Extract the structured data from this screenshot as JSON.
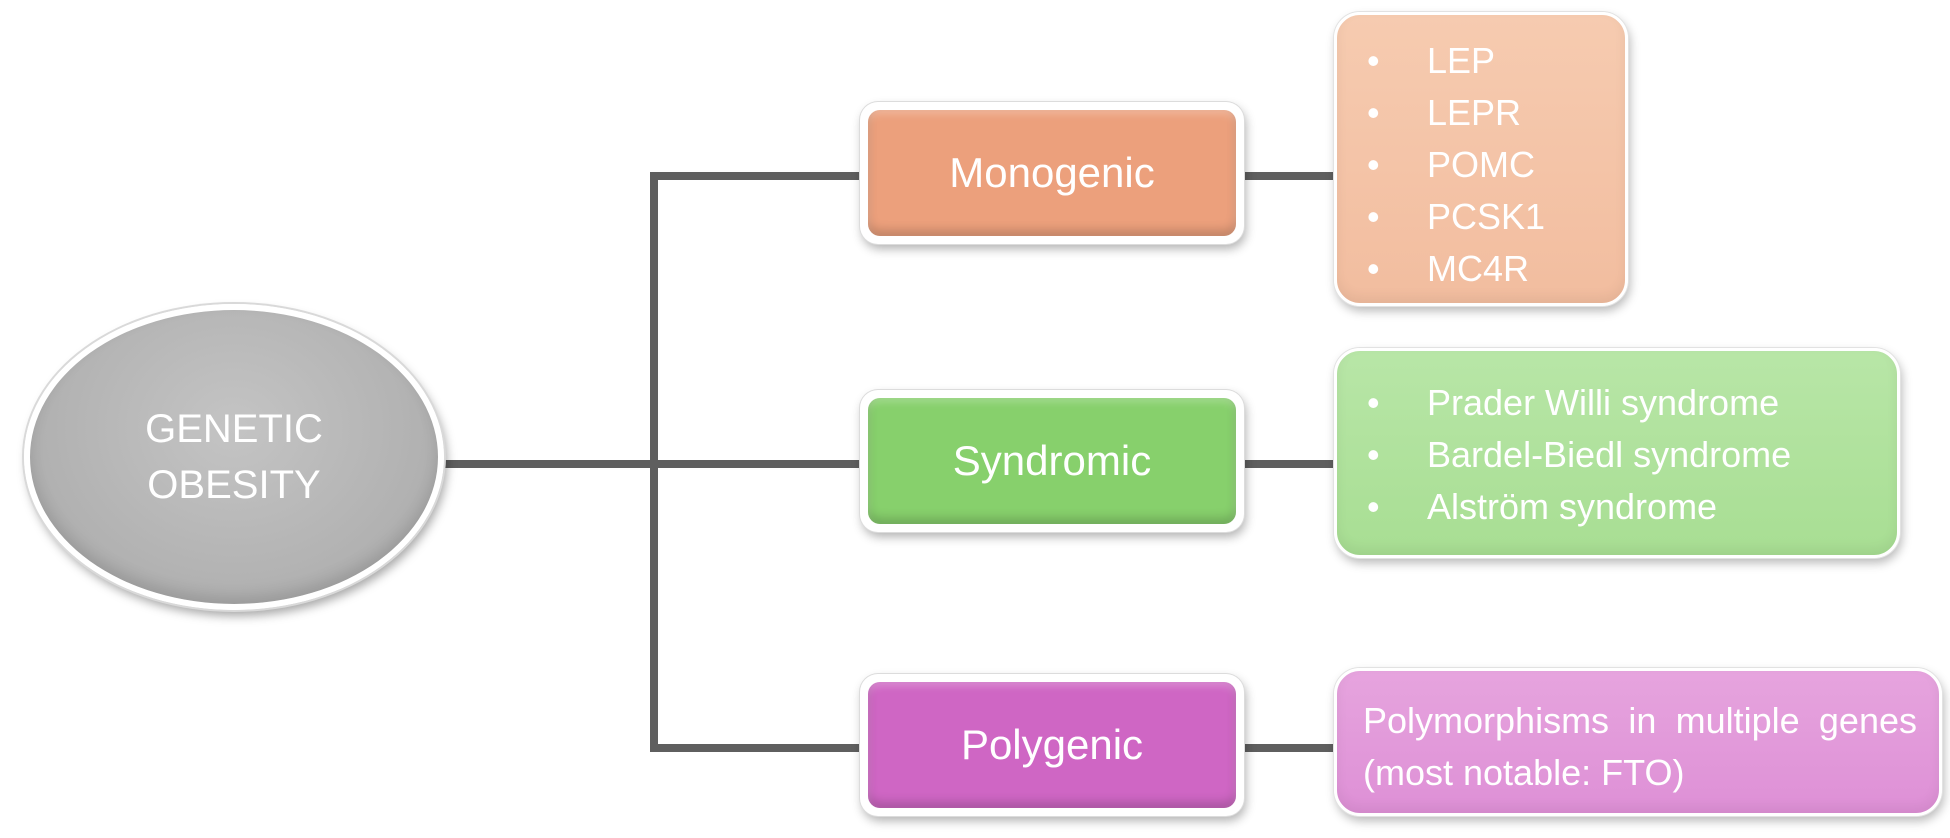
{
  "root": {
    "lines": [
      "GENETIC",
      "OBESITY"
    ],
    "color": "#b3b3b3"
  },
  "categories": [
    {
      "label": "Monogenic",
      "color": "#eca07c",
      "items": [
        "LEP",
        "LEPR",
        "POMC",
        "PCSK1",
        "MC4R"
      ],
      "detail_color": "#f2bd9f"
    },
    {
      "label": "Syndromic",
      "color": "#87d06c",
      "items": [
        "Prader Willi syndrome",
        "Bardel-Biedl syndrome",
        "Alström syndrome"
      ],
      "detail_color": "#a8de93"
    },
    {
      "label": "Polygenic",
      "color": "#cf66c4",
      "text": "Polymorphisms in multiple genes (most notable: FTO)",
      "detail_color": "#de90d6"
    }
  ],
  "connector_color": "#5f5f5f"
}
